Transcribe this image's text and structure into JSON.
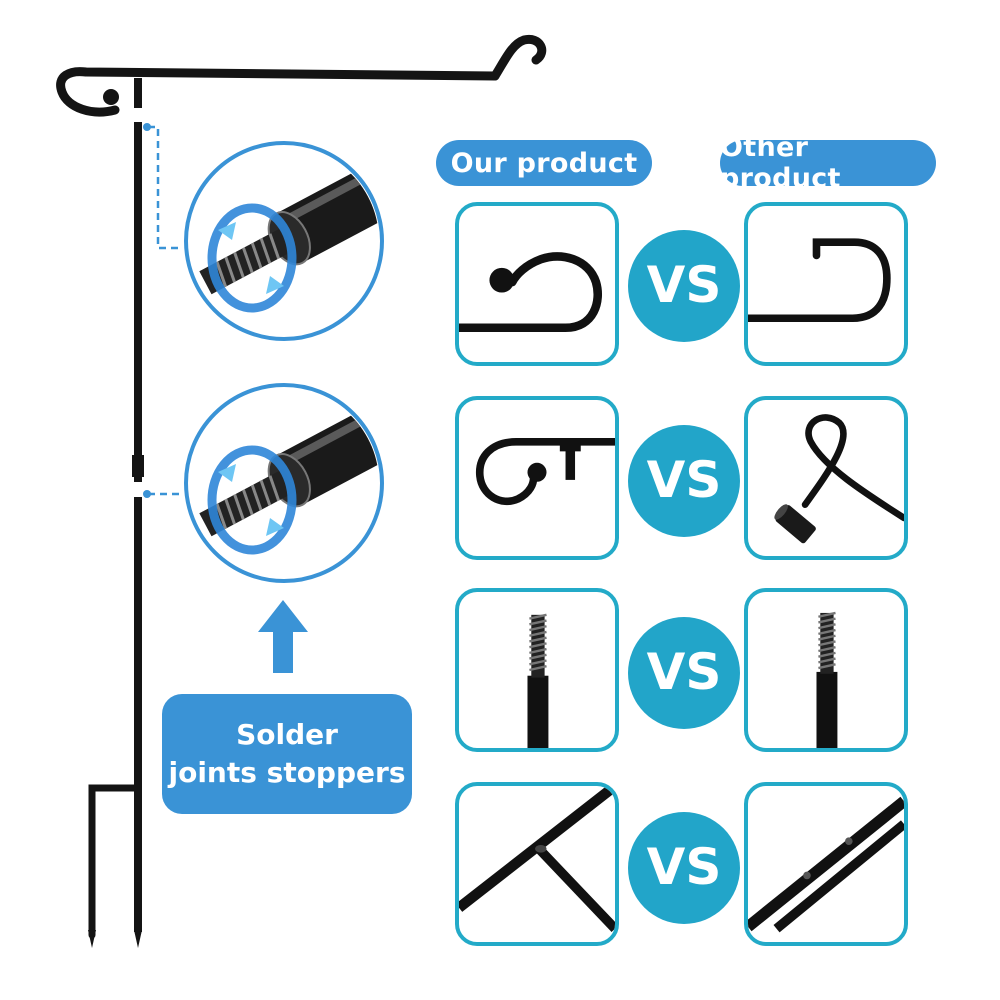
{
  "headers": {
    "ours": "Our product",
    "others": "Other product"
  },
  "vs_label": "VS",
  "callout": {
    "line1": "Solder",
    "line2": "joints stoppers"
  },
  "comparisons": [
    {
      "ours": "curled hook with ball end",
      "others": "plain bent hook"
    },
    {
      "ours": "curled top arm with stopper",
      "others": "looped wire arm"
    },
    {
      "ours": "threaded joint",
      "others": "threaded joint"
    },
    {
      "ours": "solid welded T joint",
      "others": "riveted joint"
    }
  ],
  "colors": {
    "accent_blue": "#3a93d6",
    "panel_border": "#23aac8",
    "vs_circle": "#22a5c9",
    "pole": "#141414"
  },
  "icons": {
    "arrow": "up-arrow-icon",
    "rotate": "rotate-arrows-icon",
    "vs": "vs-badge-icon"
  }
}
